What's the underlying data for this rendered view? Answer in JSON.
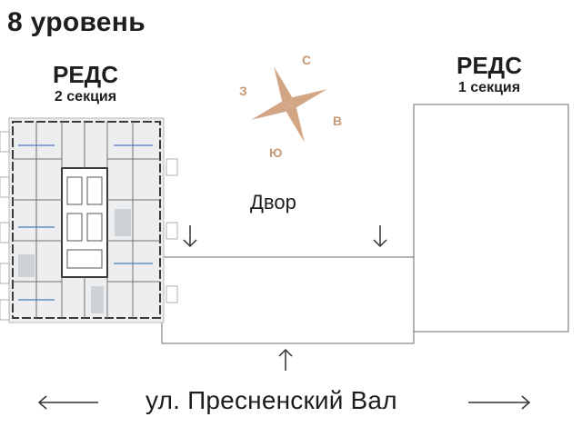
{
  "title": "8 уровень",
  "section2": {
    "name": "РЕДС",
    "sub": "2 секция"
  },
  "section1": {
    "name": "РЕДС",
    "sub": "1 секция"
  },
  "compass": {
    "north": "С",
    "east": "В",
    "south": "Ю",
    "west": "З"
  },
  "yard_label": "Двор",
  "street_label": "ул. Пресненский Вал",
  "colors": {
    "compass": "#d2a685",
    "line": "#6b6b6b",
    "floorplan_bg": "#eceeef",
    "walls": "#3a3a3a",
    "blue_accent": "#4a7fc0"
  }
}
